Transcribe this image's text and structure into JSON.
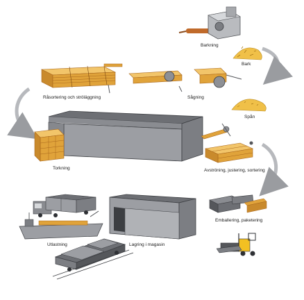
{
  "labels": {
    "barking": "Barkning",
    "bark": "Bark",
    "sorting": "Råsortering och ströläggning",
    "sawing": "Sågning",
    "chips": "Spån",
    "drying": "Torkning",
    "trimming": "Avströning, justering, sortering",
    "packaging": "Emballering, paketering",
    "shipping": "Utlastning",
    "storage": "Lagring i magasin"
  },
  "colors": {
    "wood": "#e0a33a",
    "wood_dark": "#a8661c",
    "wood_light": "#f2c56a",
    "chips": "#f0c048",
    "building": "#9c9ea3",
    "building_dark": "#5e6065",
    "arrow": "#b7b9bd"
  }
}
